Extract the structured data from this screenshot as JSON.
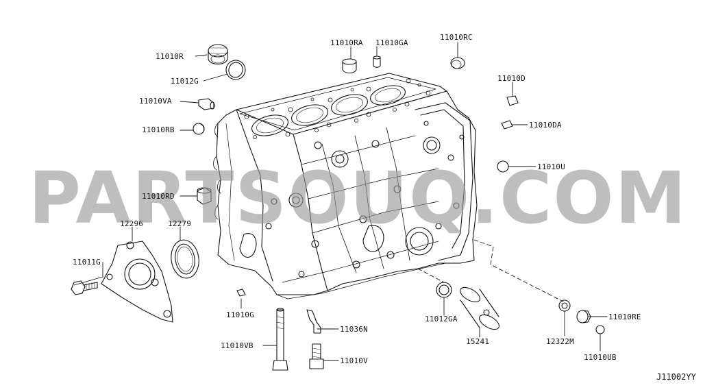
{
  "watermark": "PARTSOUQ.COM",
  "diagram_id": "J11002YY",
  "parts": {
    "p11010R": "11010R",
    "p11012G": "11012G",
    "p11010VA": "11010VA",
    "p11010RB": "11010RB",
    "p11010RD": "11010RD",
    "p12296": "12296",
    "p12279": "12279",
    "p11011G": "11011G",
    "p11010G": "11010G",
    "p11010VB": "11010VB",
    "p11036N": "11036N",
    "p11010V": "11010V",
    "p11010RA": "11010RA",
    "p11010GA": "11010GA",
    "p11010RC": "11010RC",
    "p11010D": "11010D",
    "p11010DA": "11010DA",
    "p11010U": "11010U",
    "p11012GA": "11012GA",
    "p15241": "15241",
    "p12322M": "12322M",
    "p11010RE": "11010RE",
    "p11010UB": "11010UB"
  },
  "colors": {
    "line": "#111111",
    "watermark": "#969696"
  }
}
